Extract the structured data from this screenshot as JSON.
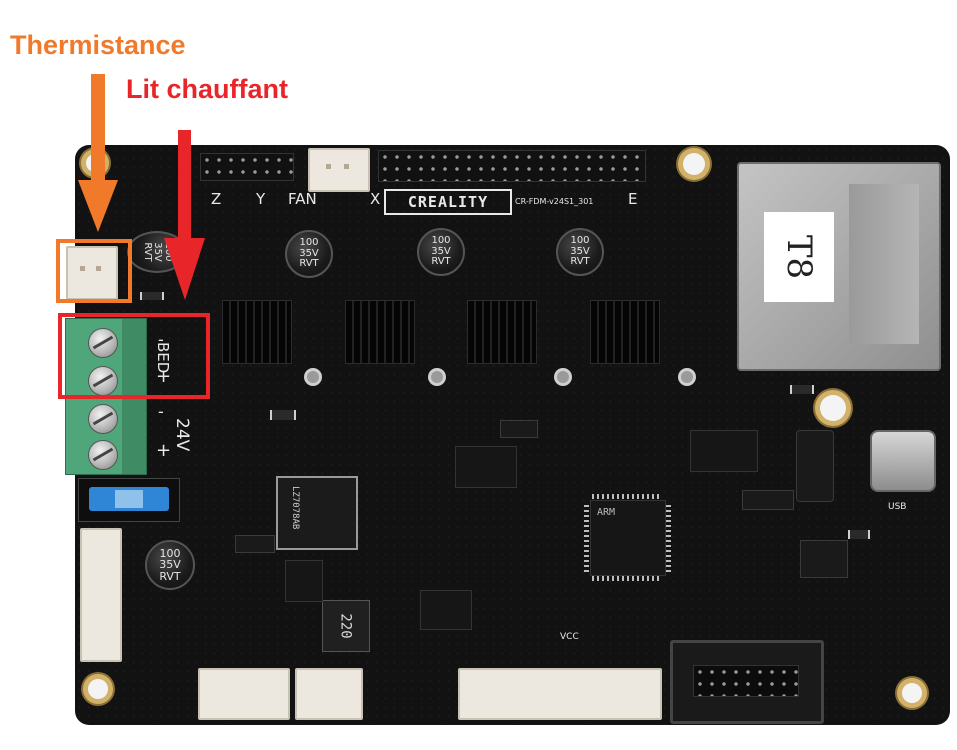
{
  "annotations": {
    "thermistance": {
      "label": "Thermistance",
      "color": "#f07a2a"
    },
    "lit_chauffant": {
      "label": "Lit chauffant",
      "color": "#e8262a"
    }
  },
  "board": {
    "brand": "CREALITY",
    "model": "CR-FDM-v24S1_301",
    "axis_labels": [
      "Z",
      "Y",
      "FAN",
      "X",
      "E"
    ],
    "bed_label": "BED",
    "bed_label_side": "BED",
    "power_label": "24V",
    "usb_label": "USB",
    "vcc_label": "VCC",
    "sd_card_label": "T8",
    "inductor_label": "220",
    "regulator_label": "LZ7078AB",
    "mcu_label": "ARM",
    "capacitors": [
      {
        "value": "100",
        "voltage": "35V",
        "rating": "RVT"
      },
      {
        "value": "100",
        "voltage": "35V",
        "rating": "RVT"
      },
      {
        "value": "100",
        "voltage": "35V",
        "rating": "RVT"
      },
      {
        "value": "100",
        "voltage": "35V",
        "rating": "RVT"
      },
      {
        "value": "100",
        "voltage": "35V",
        "rating": "RVT"
      }
    ],
    "terminal_polarity": [
      "-",
      "+",
      "-",
      "+"
    ]
  },
  "colors": {
    "pcb": "#111111",
    "terminal_green": "#4fa67a",
    "fuse_blue": "#2f86d6",
    "annotation_orange": "#f07a2a",
    "annotation_red": "#e8262a"
  }
}
